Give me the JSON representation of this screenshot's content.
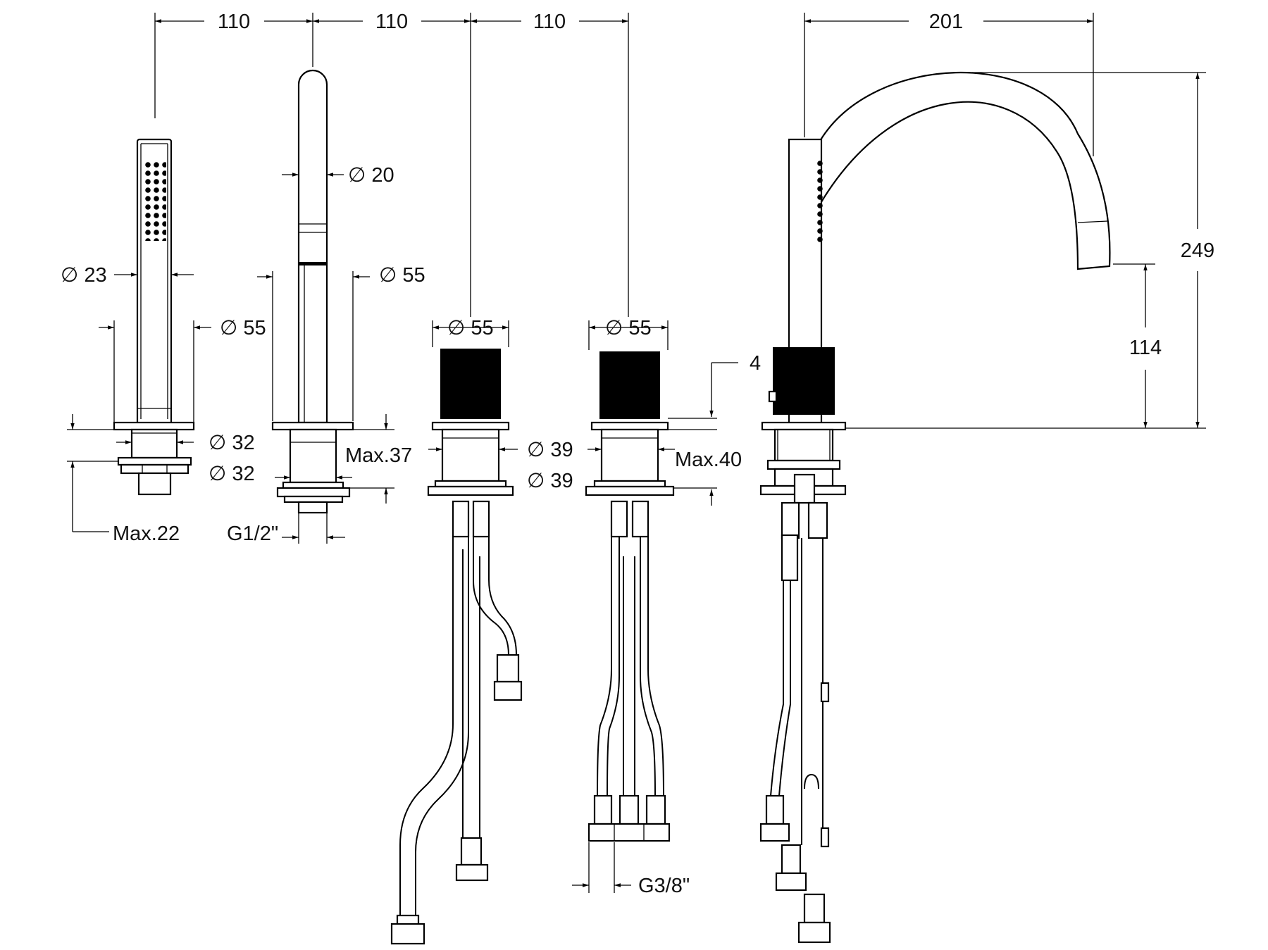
{
  "title": "",
  "colors": {
    "line": "#000000",
    "background": "#ffffff"
  },
  "components": [
    "hand-shower",
    "shower-holder",
    "left-mixer-handle",
    "right-mixer-handle",
    "swivel-spout"
  ],
  "dimensions": {
    "spacing_1": "110",
    "spacing_2": "110",
    "spacing_3": "110",
    "spout_reach": "201",
    "spout_height": "249",
    "spout_outlet_height": "114",
    "handshower_diameter": "∅ 23",
    "handshower_base_diameter": "∅ 55",
    "handshower_shank_diameter_1": "∅ 32",
    "handshower_shank_diameter_2": "∅ 32",
    "handshower_max_deck": "Max.22",
    "holder_tube_diameter": "∅ 20",
    "holder_base_diameter": "∅ 55",
    "holder_max_deck": "Max.37",
    "holder_thread": "G1/2\"",
    "handle_left_diameter": "∅ 55",
    "handle_left_shank_1": "∅ 39",
    "handle_left_shank_2": "∅ 39",
    "handle_right_diameter": "∅ 55",
    "handle_max_deck": "Max.40",
    "handle_gap": "4",
    "hose_thread": "G3/8\""
  }
}
